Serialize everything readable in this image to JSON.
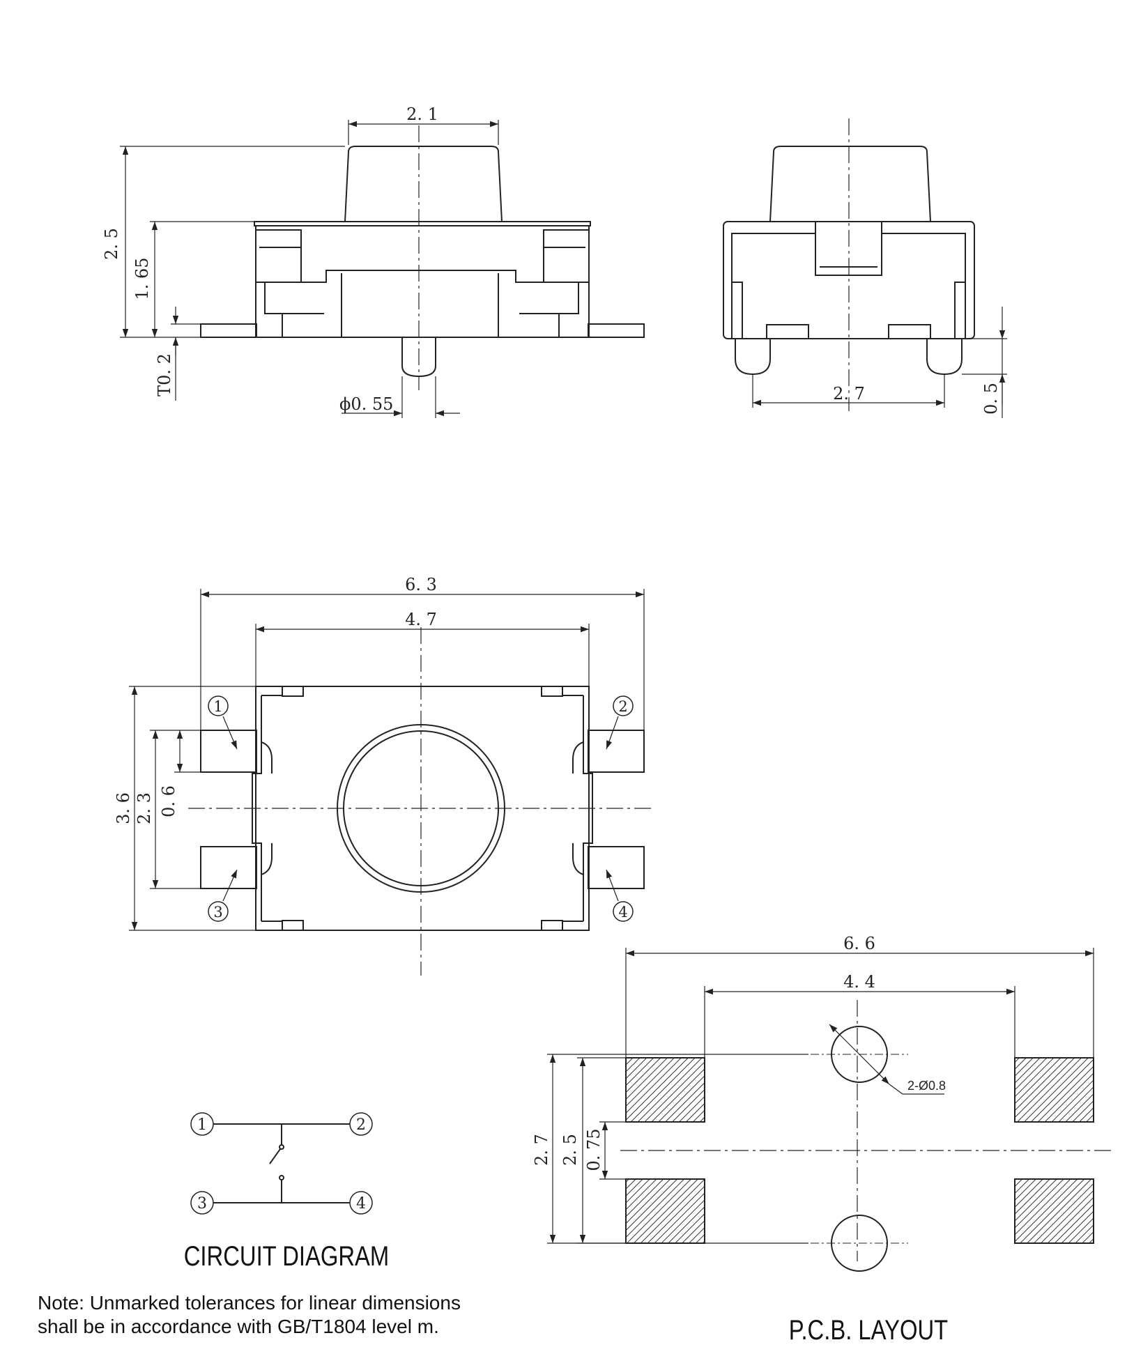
{
  "front_view": {
    "dim_actuator_width": "2. 1",
    "dim_total_height": "2. 5",
    "dim_body_height": "1. 65",
    "dim_lead_thickness": "T0. 2",
    "dim_post_diameter": "ϕ0. 55"
  },
  "side_view": {
    "dim_post_spacing": "2. 7",
    "dim_post_height": "0. 5"
  },
  "top_view": {
    "dim_total_width": "6. 3",
    "dim_body_width": "4. 7",
    "dim_body_depth": "3. 6",
    "dim_terminal_span": "2. 3",
    "dim_terminal_width": "0. 6",
    "pin_labels": [
      "1",
      "2",
      "3",
      "4"
    ]
  },
  "circuit_diagram": {
    "title": "CIRCUIT DIAGRAM",
    "pin_labels": [
      "1",
      "2",
      "3",
      "4"
    ]
  },
  "pcb_layout": {
    "title": "P.C.B. LAYOUT",
    "dim_total_width": "6. 6",
    "dim_pad_spacing": "4. 4",
    "dim_total_height": "2. 7",
    "dim_pad_span": "2. 5",
    "dim_pad_gap": "0. 75",
    "hole_callout": "2-Ø0.8"
  },
  "note": {
    "line1": "Note: Unmarked tolerances for linear dimensions",
    "line2": "shall be in accordance with GB/T1804 level m."
  }
}
